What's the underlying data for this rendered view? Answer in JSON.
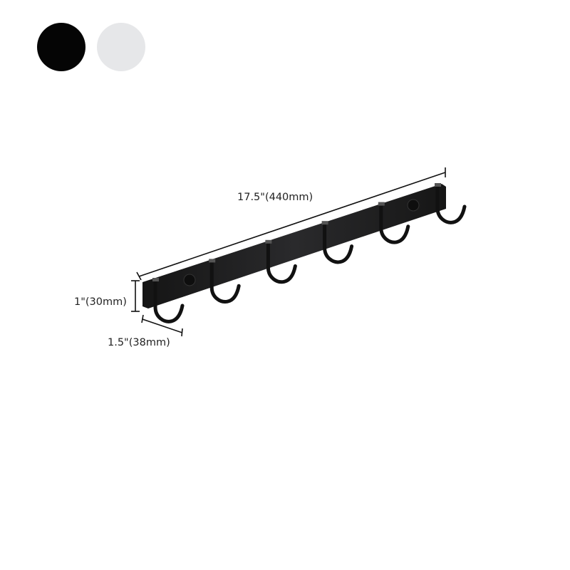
{
  "color_options": [
    {
      "name": "black",
      "color": "#050505"
    },
    {
      "name": "white",
      "color": "#e6e7e9"
    }
  ],
  "product": {
    "hook_count": 6,
    "rail_color": "#1c1c1e"
  },
  "dimensions": {
    "length": "17.5\"(440mm)",
    "height": "1\"(30mm)",
    "depth": "1.5\"(38mm)"
  }
}
